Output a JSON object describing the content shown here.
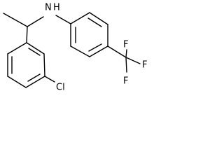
{
  "molecule": {
    "atoms": {
      "amine": "N",
      "amine_h": "H",
      "chlorine": "Cl",
      "fluorine_top": "F",
      "fluorine_right": "F",
      "fluorine_bottom": "F"
    }
  }
}
